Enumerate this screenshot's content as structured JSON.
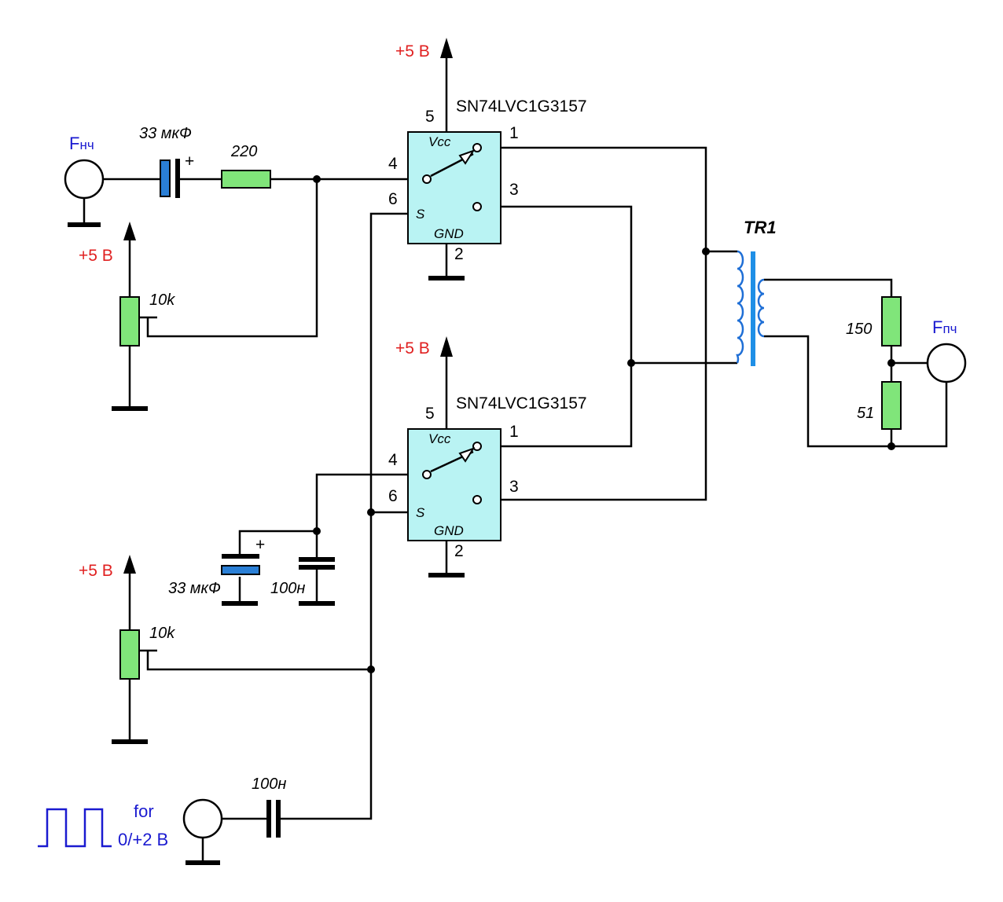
{
  "supply": {
    "label": "+5 В"
  },
  "ic1": {
    "part": "SN74LVC1G3157",
    "pin_vcc": "5",
    "pin_b1": "1",
    "pin_a": "4",
    "pin_b0": "3",
    "pin_s": "6",
    "pin_gnd": "2",
    "vcc": "Vcc",
    "s": "S",
    "gnd": "GND"
  },
  "ic2": {
    "part": "SN74LVC1G3157",
    "pin_vcc": "5",
    "pin_b1": "1",
    "pin_a": "4",
    "pin_b0": "3",
    "pin_s": "6",
    "pin_gnd": "2",
    "vcc": "Vcc",
    "s": "S",
    "gnd": "GND"
  },
  "input_lf": {
    "label_main": "F",
    "label_sub": "нч"
  },
  "output_if": {
    "label_main": "F",
    "label_sub": "пч"
  },
  "c_in": {
    "value": "33 мкФ",
    "polarity": "+"
  },
  "r_in": {
    "value": "220"
  },
  "pot1": {
    "value": "10k"
  },
  "pot2": {
    "value": "10k"
  },
  "c_bias_elec": {
    "value": "33 мкФ",
    "polarity": "+"
  },
  "c_bias": {
    "value": "100н"
  },
  "c_lo": {
    "value": "100н"
  },
  "transformer": {
    "label": "TR1"
  },
  "r_top": {
    "value": "150"
  },
  "r_bot": {
    "value": "51"
  },
  "lo_source": {
    "label_line1": "for",
    "label_line2": "0/+2 В"
  }
}
